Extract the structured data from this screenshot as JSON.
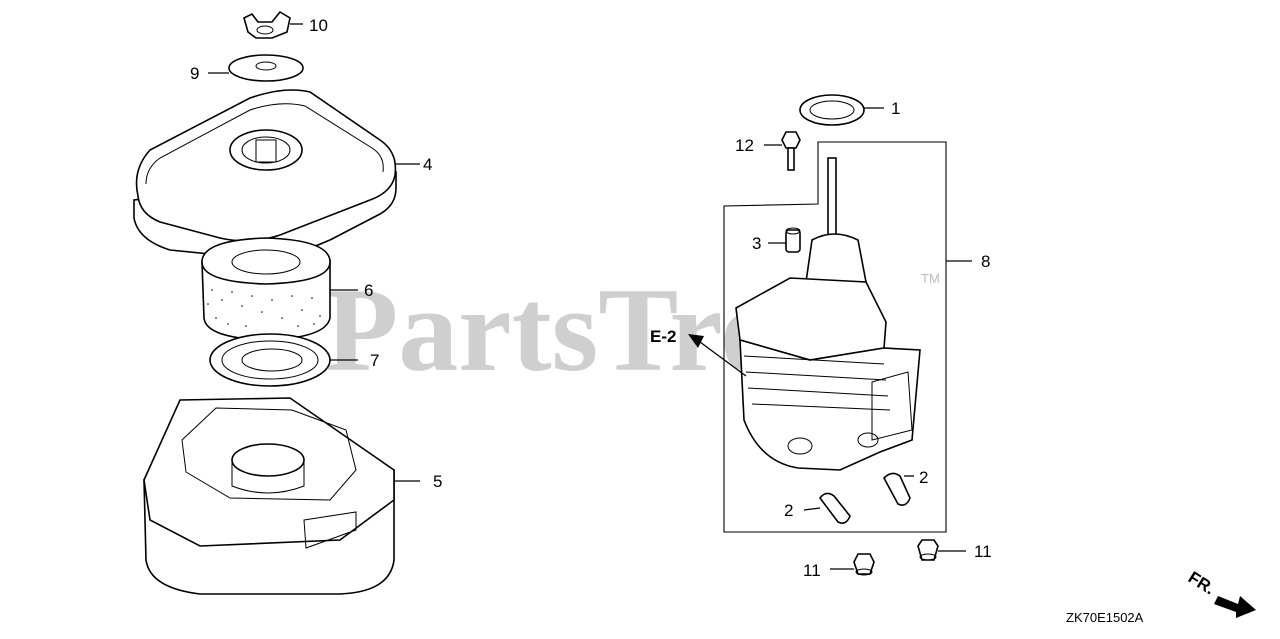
{
  "watermark": {
    "text": "PartsTree",
    "trademark": "TM"
  },
  "callouts": [
    {
      "id": "c10",
      "label": "10"
    },
    {
      "id": "c9",
      "label": "9"
    },
    {
      "id": "c4",
      "label": "4"
    },
    {
      "id": "c6",
      "label": "6"
    },
    {
      "id": "c7",
      "label": "7"
    },
    {
      "id": "c5",
      "label": "5"
    },
    {
      "id": "c1",
      "label": "1"
    },
    {
      "id": "c12",
      "label": "12"
    },
    {
      "id": "c3",
      "label": "3"
    },
    {
      "id": "c8",
      "label": "8"
    },
    {
      "id": "c2a",
      "label": "2"
    },
    {
      "id": "c2b",
      "label": "2"
    },
    {
      "id": "c11a",
      "label": "11"
    },
    {
      "id": "c11b",
      "label": "11"
    }
  ],
  "reference": {
    "label": "E-2"
  },
  "direction": {
    "label": "FR."
  },
  "diagram_code": "ZK70E1502A",
  "colors": {
    "line": "#000000",
    "watermark": "#cfcfcf",
    "background": "#ffffff"
  }
}
